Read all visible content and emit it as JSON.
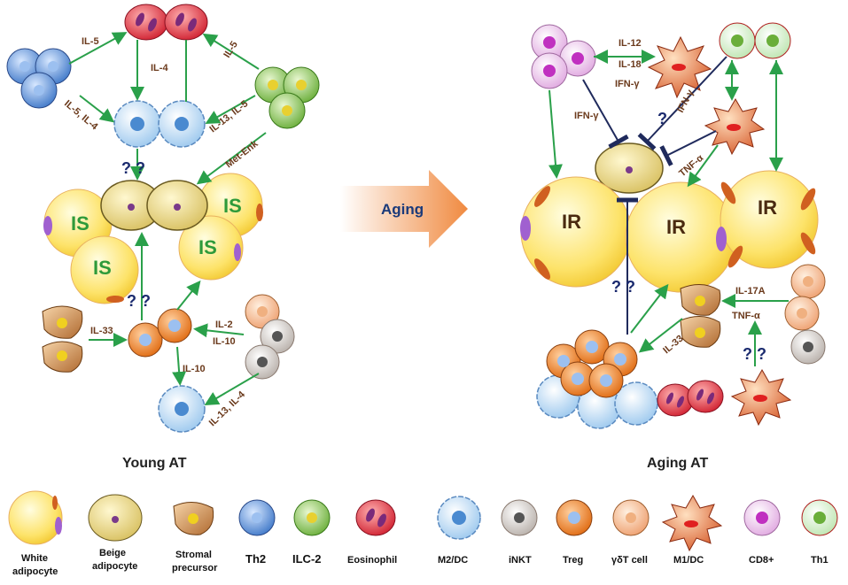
{
  "panels": {
    "young_title": "Young AT",
    "aging_title": "Aging AT",
    "arrow_label": "Aging"
  },
  "young": {
    "labels": {
      "il5_top": "IL-5",
      "il4": "IL-4",
      "il5_right": "IL-5",
      "il5_il4": "IL-5, IL-4",
      "il13_il5": "IL-13, IL-5",
      "met_enk": "Met-Enk",
      "qq_top": "? ?",
      "qq_bottom": "? ?",
      "il33": "IL-33",
      "il2": "IL-2",
      "il10_a": "IL-10",
      "il10_b": "IL-10",
      "il13_il4": "IL-13, IL-4",
      "is1": "IS",
      "is2": "IS",
      "is3": "IS",
      "is4": "IS"
    }
  },
  "aging": {
    "labels": {
      "il12": "IL-12",
      "il18": "IL-18",
      "ifng_top": "IFN-γ",
      "ifng_left": "IFN-γ",
      "ifng_right": "IFN-γ",
      "q_mid": "?",
      "tnfa_mid": "TNF-α",
      "ir1": "IR",
      "ir2": "IR",
      "ir3": "IR",
      "qq_mid": "? ?",
      "il17a": "IL-17A",
      "tnfa_low": "TNF-α",
      "il33": "IL-33",
      "qq_low": "? ?"
    }
  },
  "legend": [
    {
      "line1": "White",
      "line2": "adipocyte"
    },
    {
      "line1": "Beige",
      "line2": "adipocyte"
    },
    {
      "line1": "Stromal",
      "line2": "precursor"
    },
    {
      "line1": "Th2",
      "line2": ""
    },
    {
      "line1": "ILC-2",
      "line2": ""
    },
    {
      "line1": "Eosinophil",
      "line2": ""
    },
    {
      "line1": "M2/DC",
      "line2": ""
    },
    {
      "line1": "iNKT",
      "line2": ""
    },
    {
      "line1": "Treg",
      "line2": ""
    },
    {
      "line1": "γδT cell",
      "line2": ""
    },
    {
      "line1": "M1/DC",
      "line2": ""
    },
    {
      "line1": "CD8+",
      "line2": ""
    },
    {
      "line1": "Th1",
      "line2": ""
    }
  ],
  "colors": {
    "activation_arrow": "#2aa04a",
    "inhibition_line": "#1f2a5c",
    "th2": "#5b8fd6",
    "ilc2": "#8cc65a",
    "eosinophil": "#e0404a",
    "m2": "#b8d8f2",
    "inkt": "#d8d0cc",
    "treg": "#e87a2a",
    "gdt": "#f0b48a",
    "m1": "#e07040",
    "cd8": "#e6b4e6",
    "th1": "#b8e0b0",
    "white_adipocyte": "#fde36a",
    "beige_adipocyte": "#e8d880"
  }
}
